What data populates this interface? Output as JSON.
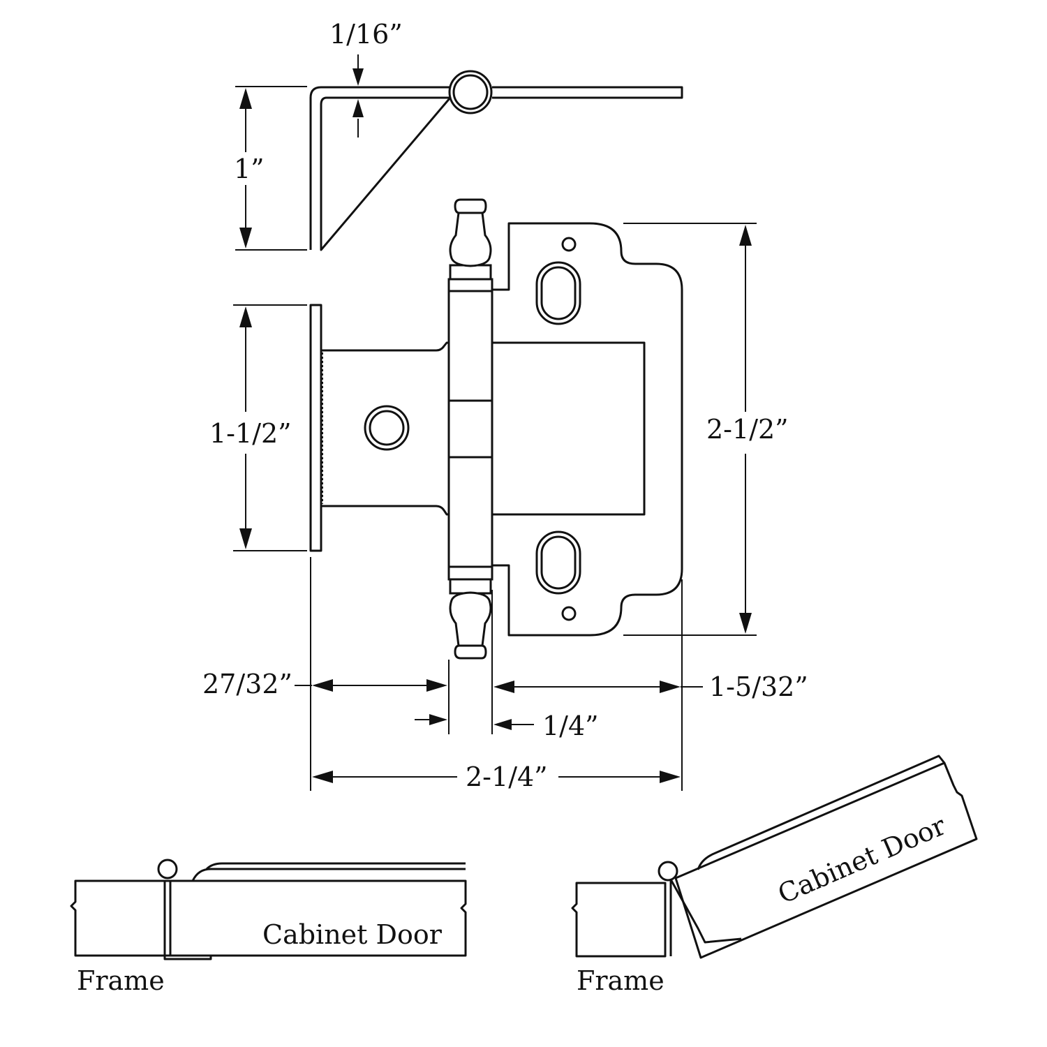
{
  "dimensions": {
    "thickness": "1/16”",
    "height_offset": "1”",
    "frame_leaf_length": "1-1/2”",
    "overall_height": "2-1/2”",
    "frame_leaf_width": "27/32”",
    "door_leaf_width": "1-5/32”",
    "knuckle_width": "1/4”",
    "overall_width": "2-1/4”"
  },
  "views": {
    "closed": {
      "frame_label": "Frame",
      "door_label": "Cabinet Door"
    },
    "open": {
      "frame_label": "Frame",
      "door_label": "Cabinet Door"
    }
  },
  "colors": {
    "line": "#111111",
    "background": "#ffffff"
  }
}
